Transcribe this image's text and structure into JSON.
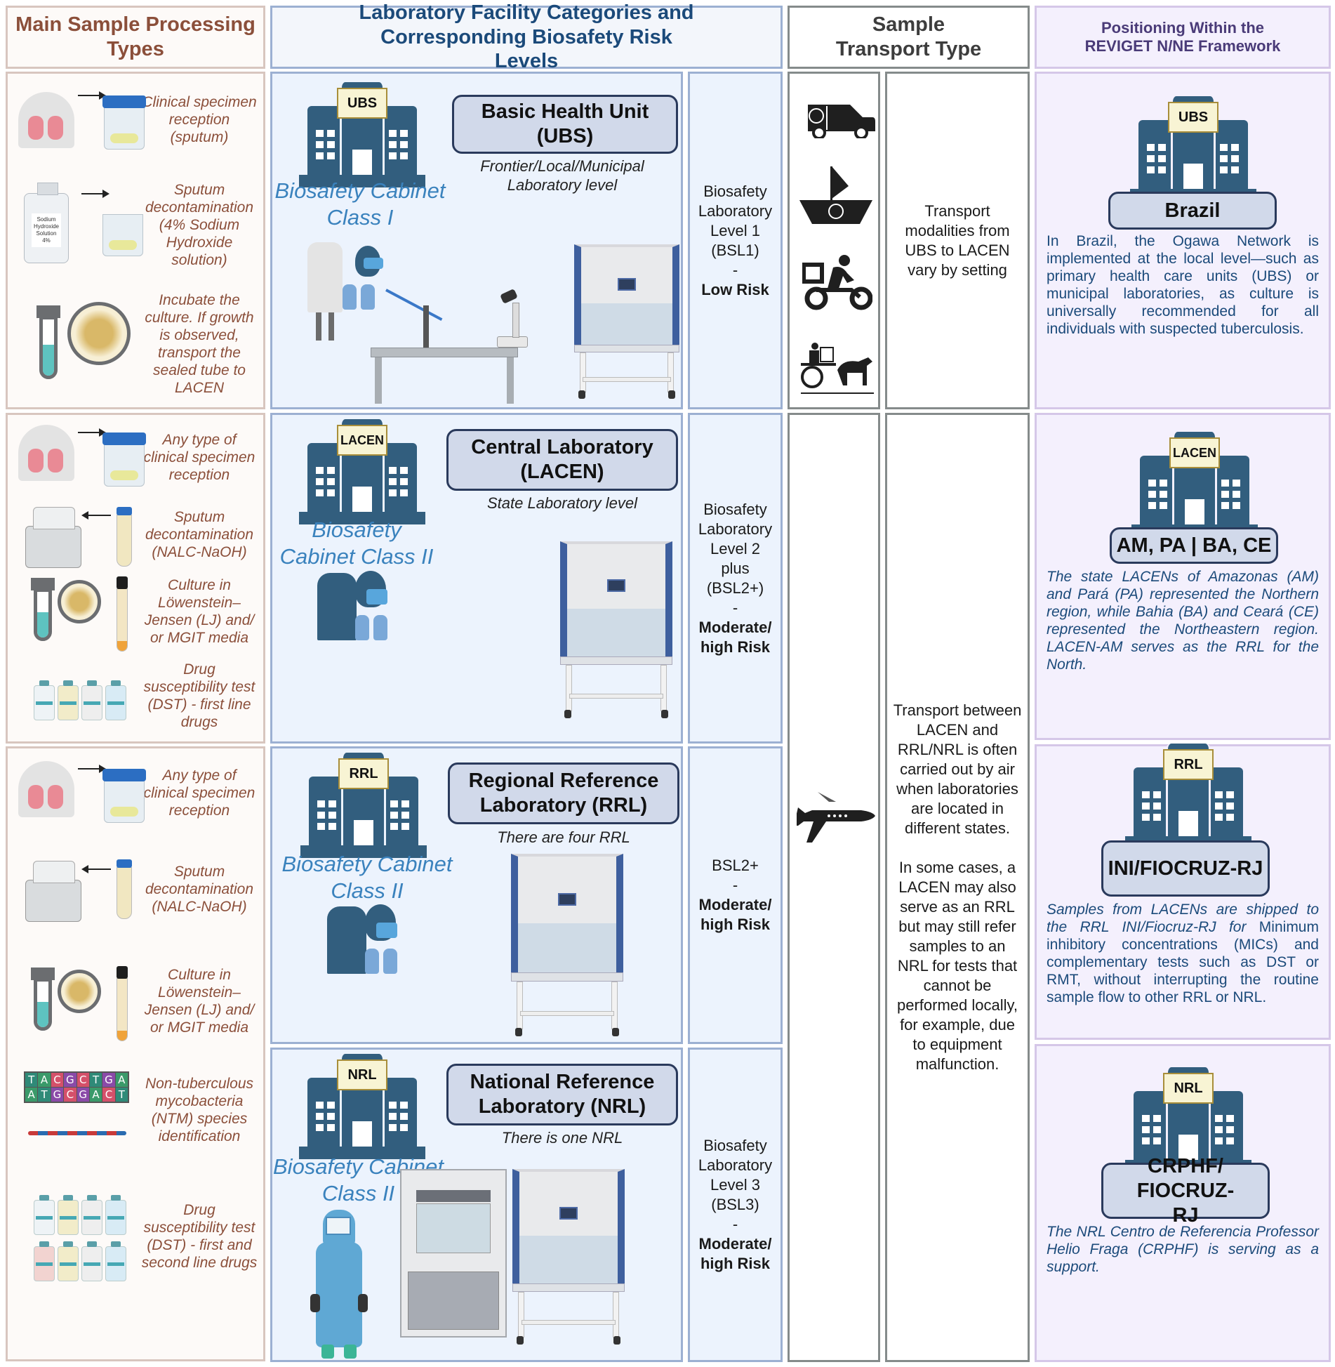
{
  "headers": {
    "processing": "Main Sample Processing Types",
    "facilities": "Laboratory Facility Categories and Corresponding Biosafety Risk Levels",
    "transport": "Sample Transport Type",
    "framework": "Positioning Within the REVIGET N/NE Framework"
  },
  "colors": {
    "processing_text": "#8b4f3a",
    "facility_header": "#1b4a7a",
    "cabinet_text": "#3a82bd",
    "building": "#325e7e",
    "framework_text": "#1b4a7a",
    "framework_header": "#4a3b78"
  },
  "rows": [
    {
      "id": "ubs",
      "steps": [
        {
          "text": "Clinical specimen reception (sputum)",
          "icon": "sputum-collection-icon"
        },
        {
          "text": "Sputum decontamination (4% Sodium Hydroxide solution)",
          "icon": "sodium-hydroxide-bottle-icon",
          "bottle_label": "Sodium Hydroxide Solution 4%"
        },
        {
          "text": "Incubate the culture. If growth is observed, transport the sealed tube to LACEN",
          "icon": "culture-tube-icon"
        }
      ],
      "building_sign": "UBS",
      "facility_title": "Basic Health Unit (UBS)",
      "facility_subtitle": "Frontier/Local/Municipal Laboratory level",
      "cabinet": "Biosafety Cabinet Class I",
      "risk_level": "Biosafety Laboratory Level 1 (BSL1)",
      "risk_dash": "-",
      "risk_label": "Low Risk"
    },
    {
      "id": "lacen",
      "steps": [
        {
          "text": "Any type of clinical specimen reception",
          "icon": "sputum-collection-icon"
        },
        {
          "text": "Sputum decontamination (NALC-NaOH)",
          "icon": "centrifuge-icon"
        },
        {
          "text": "Culture in Löwenstein–Jensen (LJ) and/ or MGIT media",
          "icon": "culture-tube-icon"
        },
        {
          "text": "Drug susceptibility test (DST) - first line drugs",
          "icon": "drug-vials-icon"
        }
      ],
      "building_sign": "LACEN",
      "facility_title": "Central Laboratory (LACEN)",
      "facility_subtitle": "State Laboratory level",
      "cabinet": "Biosafety Cabinet Class II",
      "risk_level": "Biosafety Laboratory Level 2 plus (BSL2+)",
      "risk_dash": "-",
      "risk_label": "Moderate/ high Risk"
    },
    {
      "id": "rrl",
      "steps": [
        {
          "text": "Any type of clinical specimen reception",
          "icon": "sputum-collection-icon"
        },
        {
          "text": "Sputum decontamination (NALC-NaOH)",
          "icon": "centrifuge-icon"
        },
        {
          "text": "Culture in Löwenstein–Jensen (LJ) and/ or MGIT media",
          "icon": "culture-tube-icon"
        },
        {
          "text": "Non-tuberculous mycobacteria (NTM) species identification",
          "icon": "dna-sequencing-icon",
          "dna_top": [
            "T",
            "A",
            "C",
            "G",
            "C",
            "T",
            "G",
            "A"
          ],
          "dna_bottom": [
            "A",
            "T",
            "G",
            "C",
            "G",
            "A",
            "C",
            "T"
          ]
        },
        {
          "text": "Drug susceptibility test (DST) - first and second line drugs",
          "icon": "drug-vials-icon"
        }
      ],
      "building_sign": "RRL",
      "facility_title": "Regional Reference Laboratory (RRL)",
      "facility_subtitle": "There are four RRL",
      "cabinet": "Biosafety Cabinet Class II",
      "risk_level": "BSL2+",
      "risk_dash": "-",
      "risk_label": "Moderate/ high Risk"
    },
    {
      "id": "nrl",
      "building_sign": "NRL",
      "facility_title": "National Reference Laboratory (NRL)",
      "facility_subtitle": "There is one NRL",
      "cabinet": "Biosafety Cabinet Class II",
      "risk_level": "Biosafety Laboratory Level 3 (BSL3)",
      "risk_dash": "-",
      "risk_label": "Moderate/ high Risk"
    }
  ],
  "transport": {
    "local": {
      "icons": [
        "biohazard-van-icon",
        "biohazard-boat-icon",
        "delivery-motorcycle-icon",
        "ox-cart-icon"
      ],
      "text": "Transport modalities from UBS to LACEN vary by setting"
    },
    "air": {
      "icon": "airplane-icon",
      "text_1": "Transport between LACEN and RRL/NRL is often carried out by air when laboratories are located in different states.",
      "text_2": "In some cases, a LACEN may also serve as an RRL but may still refer samples to an NRL for tests that cannot be performed locally, for example, due to equipment malfunction."
    }
  },
  "framework": [
    {
      "building_sign": "UBS",
      "label": "Brazil",
      "text": "In Brazil, the Ogawa Network is implemented at the local level—such as primary health care units (UBS) or municipal laboratories, as culture is universally recommended for all individuals with suspected tuberculosis.",
      "italic": false
    },
    {
      "building_sign": "LACEN",
      "label": "AM, PA | BA, CE",
      "text": "The state LACENs of Amazonas (AM) and Pará (PA) represented the Northern region, while Bahia (BA) and Ceará (CE) represented the Northeastern region. LACEN-AM serves as the RRL for the North.",
      "italic": true
    },
    {
      "building_sign": "RRL",
      "label": "INI/FIOCRUZ-RJ",
      "text_italic": "Samples from LACENs are shipped to the RRL INI/Fiocruz-RJ for",
      "text": " Minimum inhibitory concentrations (MICs) and complementary tests such as DST or RMT, without interrupting the routine sample flow to other RRL or NRL.",
      "italic": false
    },
    {
      "building_sign": "NRL",
      "label": "CRPHF/ FIOCRUZ-RJ",
      "text": "The NRL Centro de Referencia Professor Helio Fraga (CRPHF) is serving as a support.",
      "italic": true
    }
  ]
}
